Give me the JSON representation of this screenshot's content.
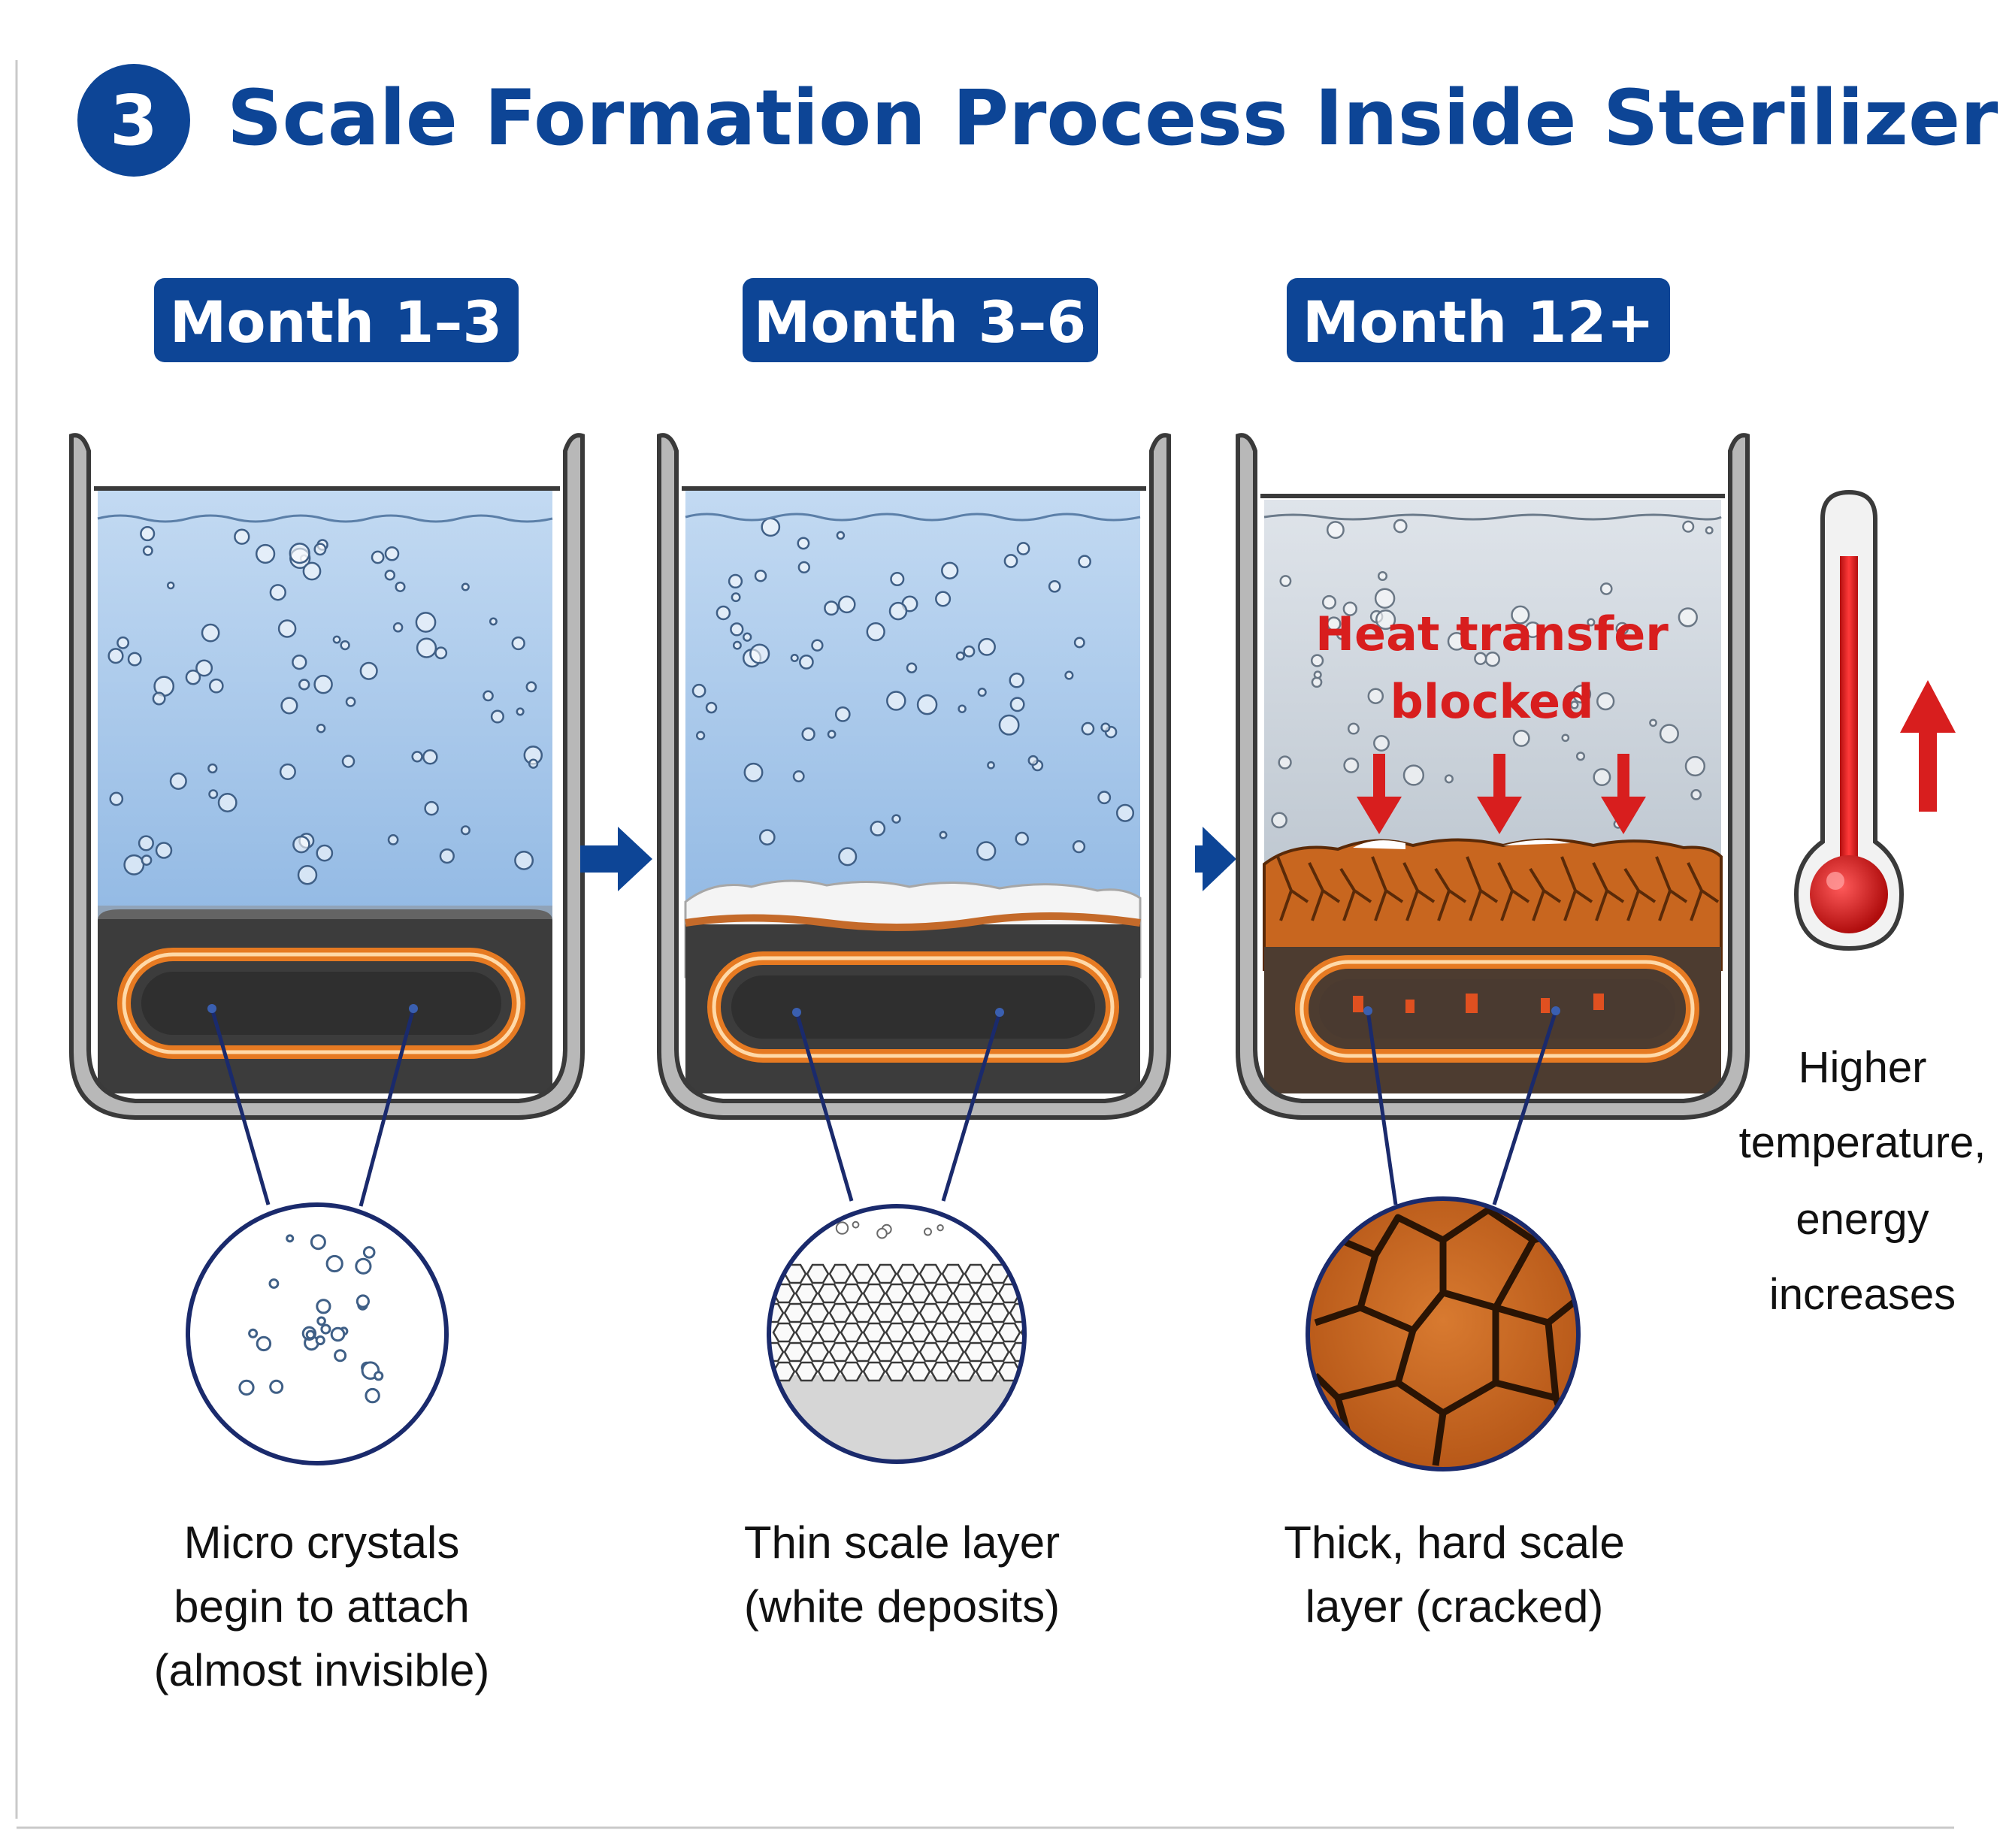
{
  "header": {
    "step_number": "3",
    "title": "Scale Formation Process Inside Sterilizer"
  },
  "stages": [
    {
      "label": "Month 1–3",
      "caption_lines": [
        "Micro crystals",
        "begin to attach",
        "(almost invisible)"
      ]
    },
    {
      "label": "Month 3–6",
      "caption_lines": [
        "Thin scale layer",
        "(white deposits)"
      ]
    },
    {
      "label": "Month 12+",
      "caption_lines": [
        "Thick, hard scale",
        "layer (cracked)"
      ],
      "warning_lines": [
        "Heat transfer",
        "blocked"
      ]
    }
  ],
  "side_note": {
    "lines": [
      "Higher",
      "temperature,",
      "energy",
      "increases"
    ]
  },
  "icons": [
    "right-arrow-icon",
    "down-arrow-icon",
    "thermometer-icon",
    "up-arrow-icon",
    "magnifier-circle-icon",
    "heating-element-icon"
  ],
  "colors": {
    "brand_blue": "#0d4596",
    "water_blue": "#a9c9ec",
    "water_grey": "#cfd6de",
    "warning_red": "#d81e1e",
    "scale_orange": "#c8661f",
    "heater_orange": "#e67a22",
    "dark_base": "#3c3c3c"
  }
}
